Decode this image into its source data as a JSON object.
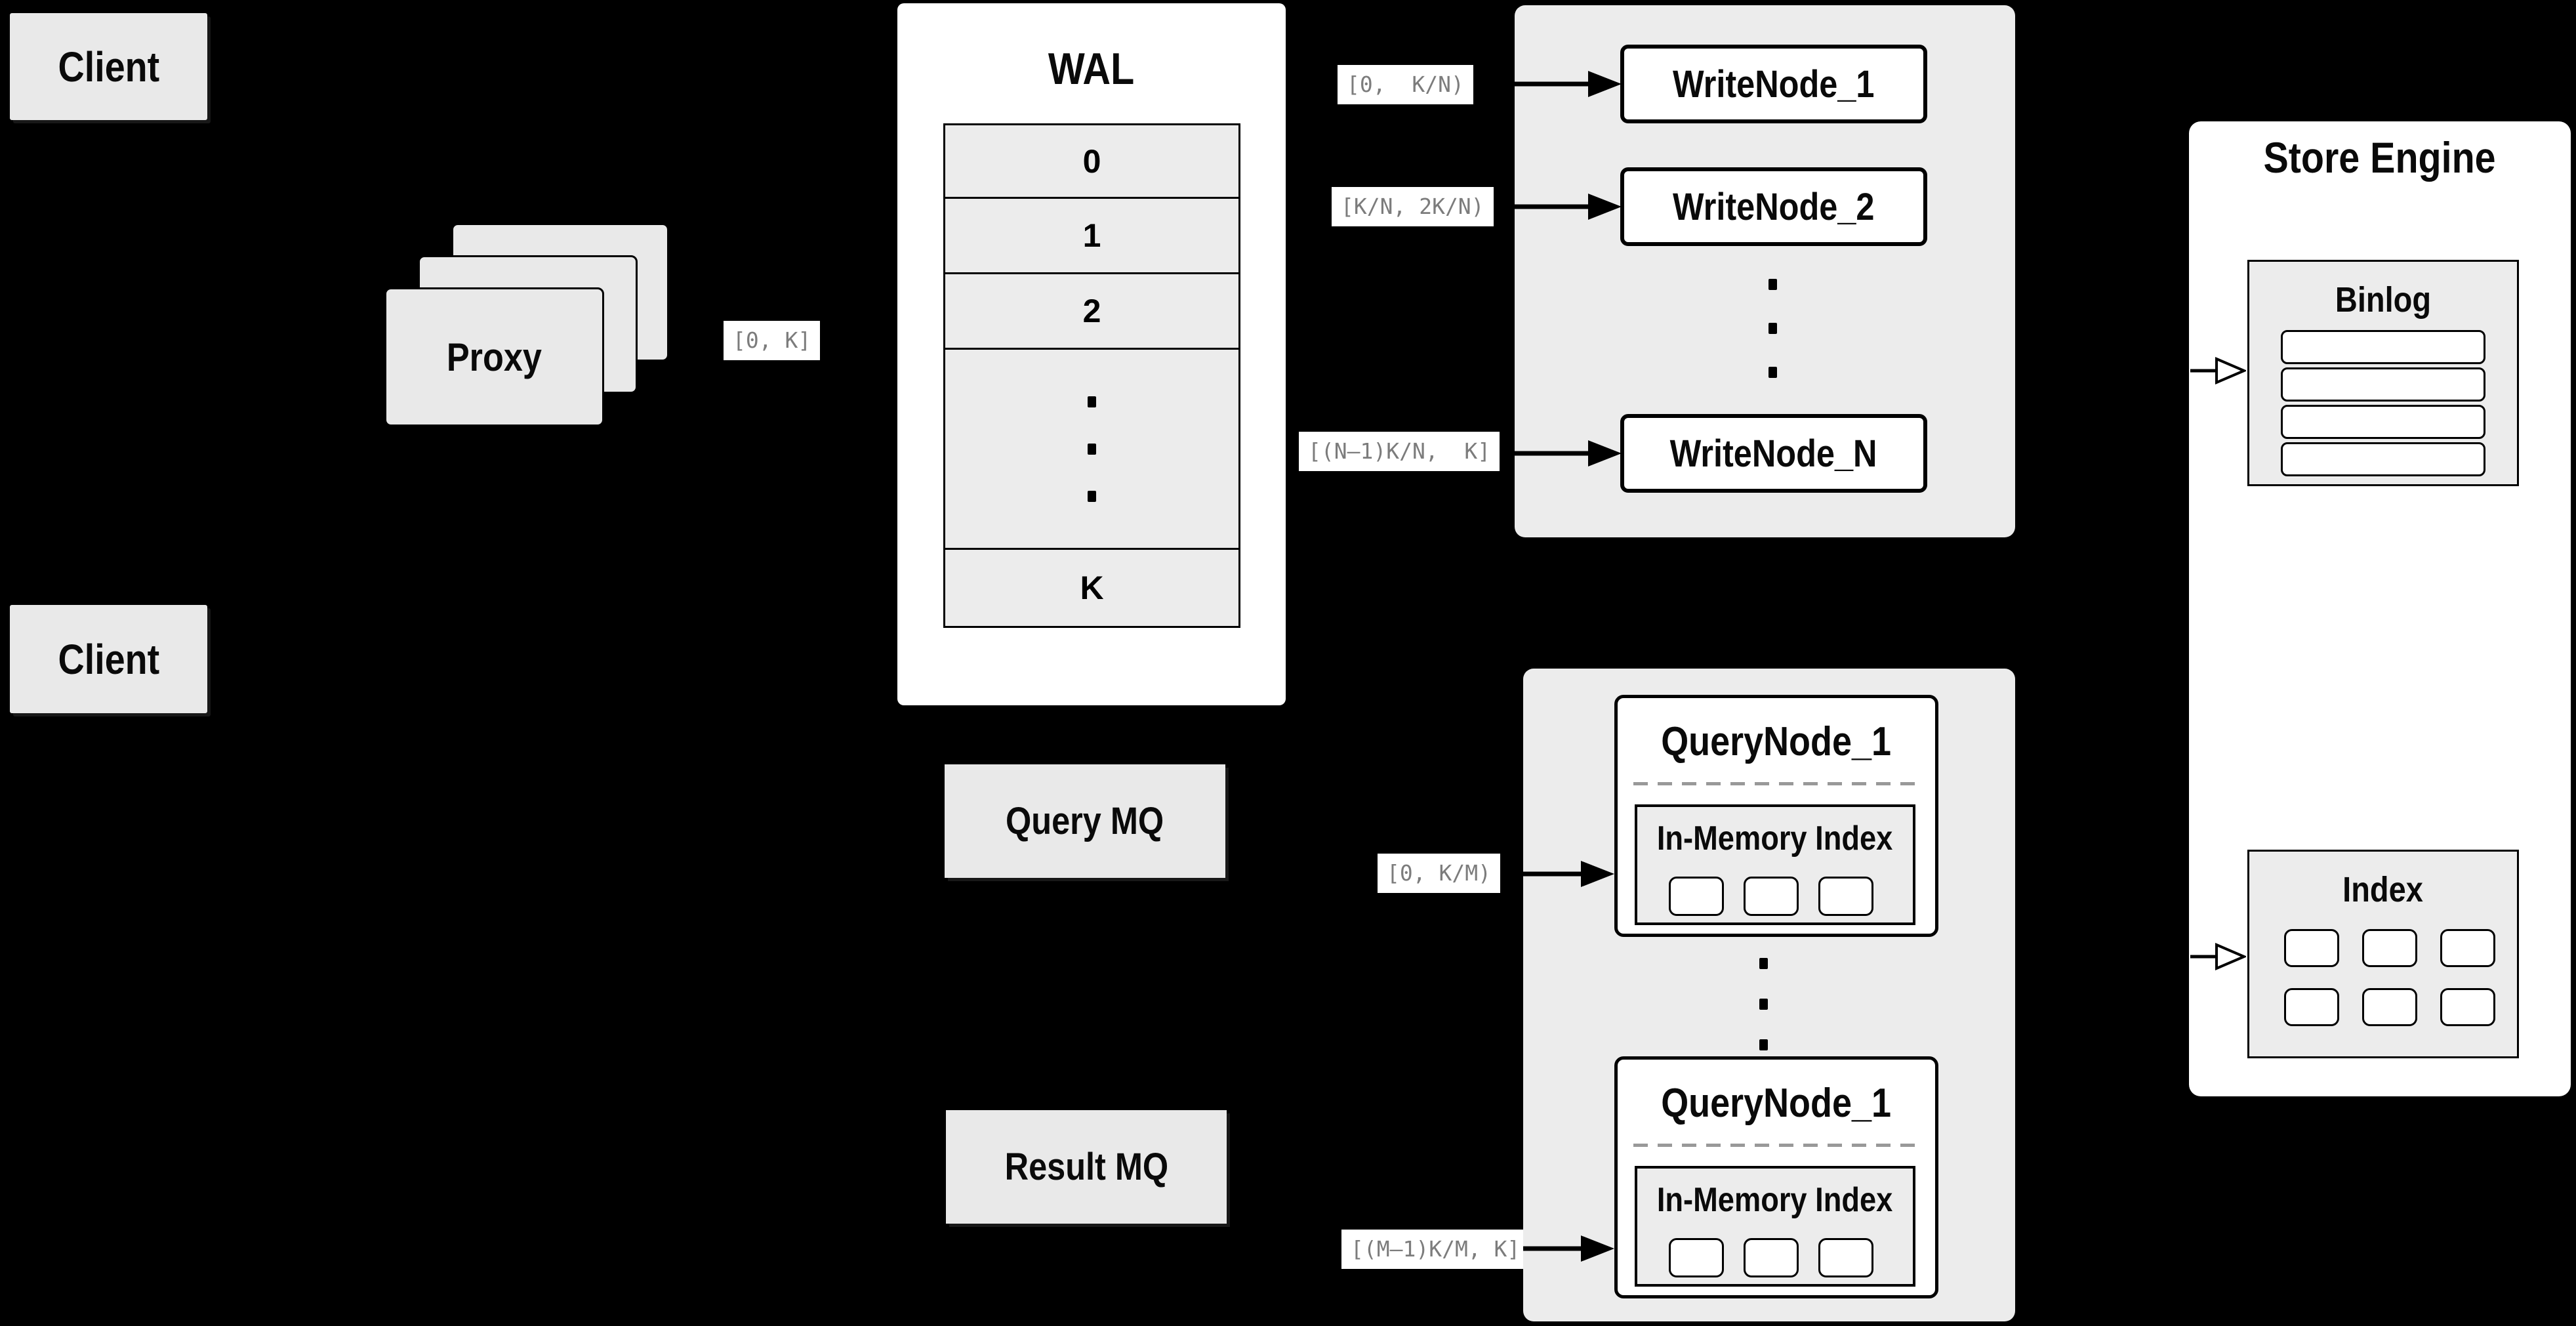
{
  "colors": {
    "background": "#000000",
    "panel_gray": "#ececec",
    "card_gray": "#e9e9e9",
    "box_white": "#ffffff",
    "line": "#000000",
    "label_text": "#7c7c7c",
    "dash": "#999999"
  },
  "clients": {
    "top": "Client",
    "bottom": "Client"
  },
  "proxy": {
    "label": "Proxy"
  },
  "wal": {
    "title": "WAL",
    "rows": [
      "0",
      "1",
      "2",
      "K"
    ]
  },
  "ranges": {
    "proxy_wal": "[0, K]",
    "write_node_1": "[0,  K/N)",
    "write_node_2": "[K/N, 2K/N)",
    "write_node_n": "[(N–1)K/N,  K]",
    "query_node_1": "[0, K/M)",
    "query_node_m": "[(M–1)K/M, K]"
  },
  "write_nodes": {
    "node_1": "WriteNode_1",
    "node_2": "WriteNode_2",
    "node_n": "WriteNode_N"
  },
  "store_engine": {
    "title": "Store Engine",
    "binlog_title": "Binlog",
    "index_title": "Index"
  },
  "message_queues": {
    "query": "Query MQ",
    "result": "Result MQ"
  },
  "query_nodes": {
    "top_title": "QueryNode_1",
    "top_inmem_title": "In-Memory Index",
    "bottom_title": "QueryNode_1",
    "bottom_inmem_title": "In-Memory Index"
  }
}
